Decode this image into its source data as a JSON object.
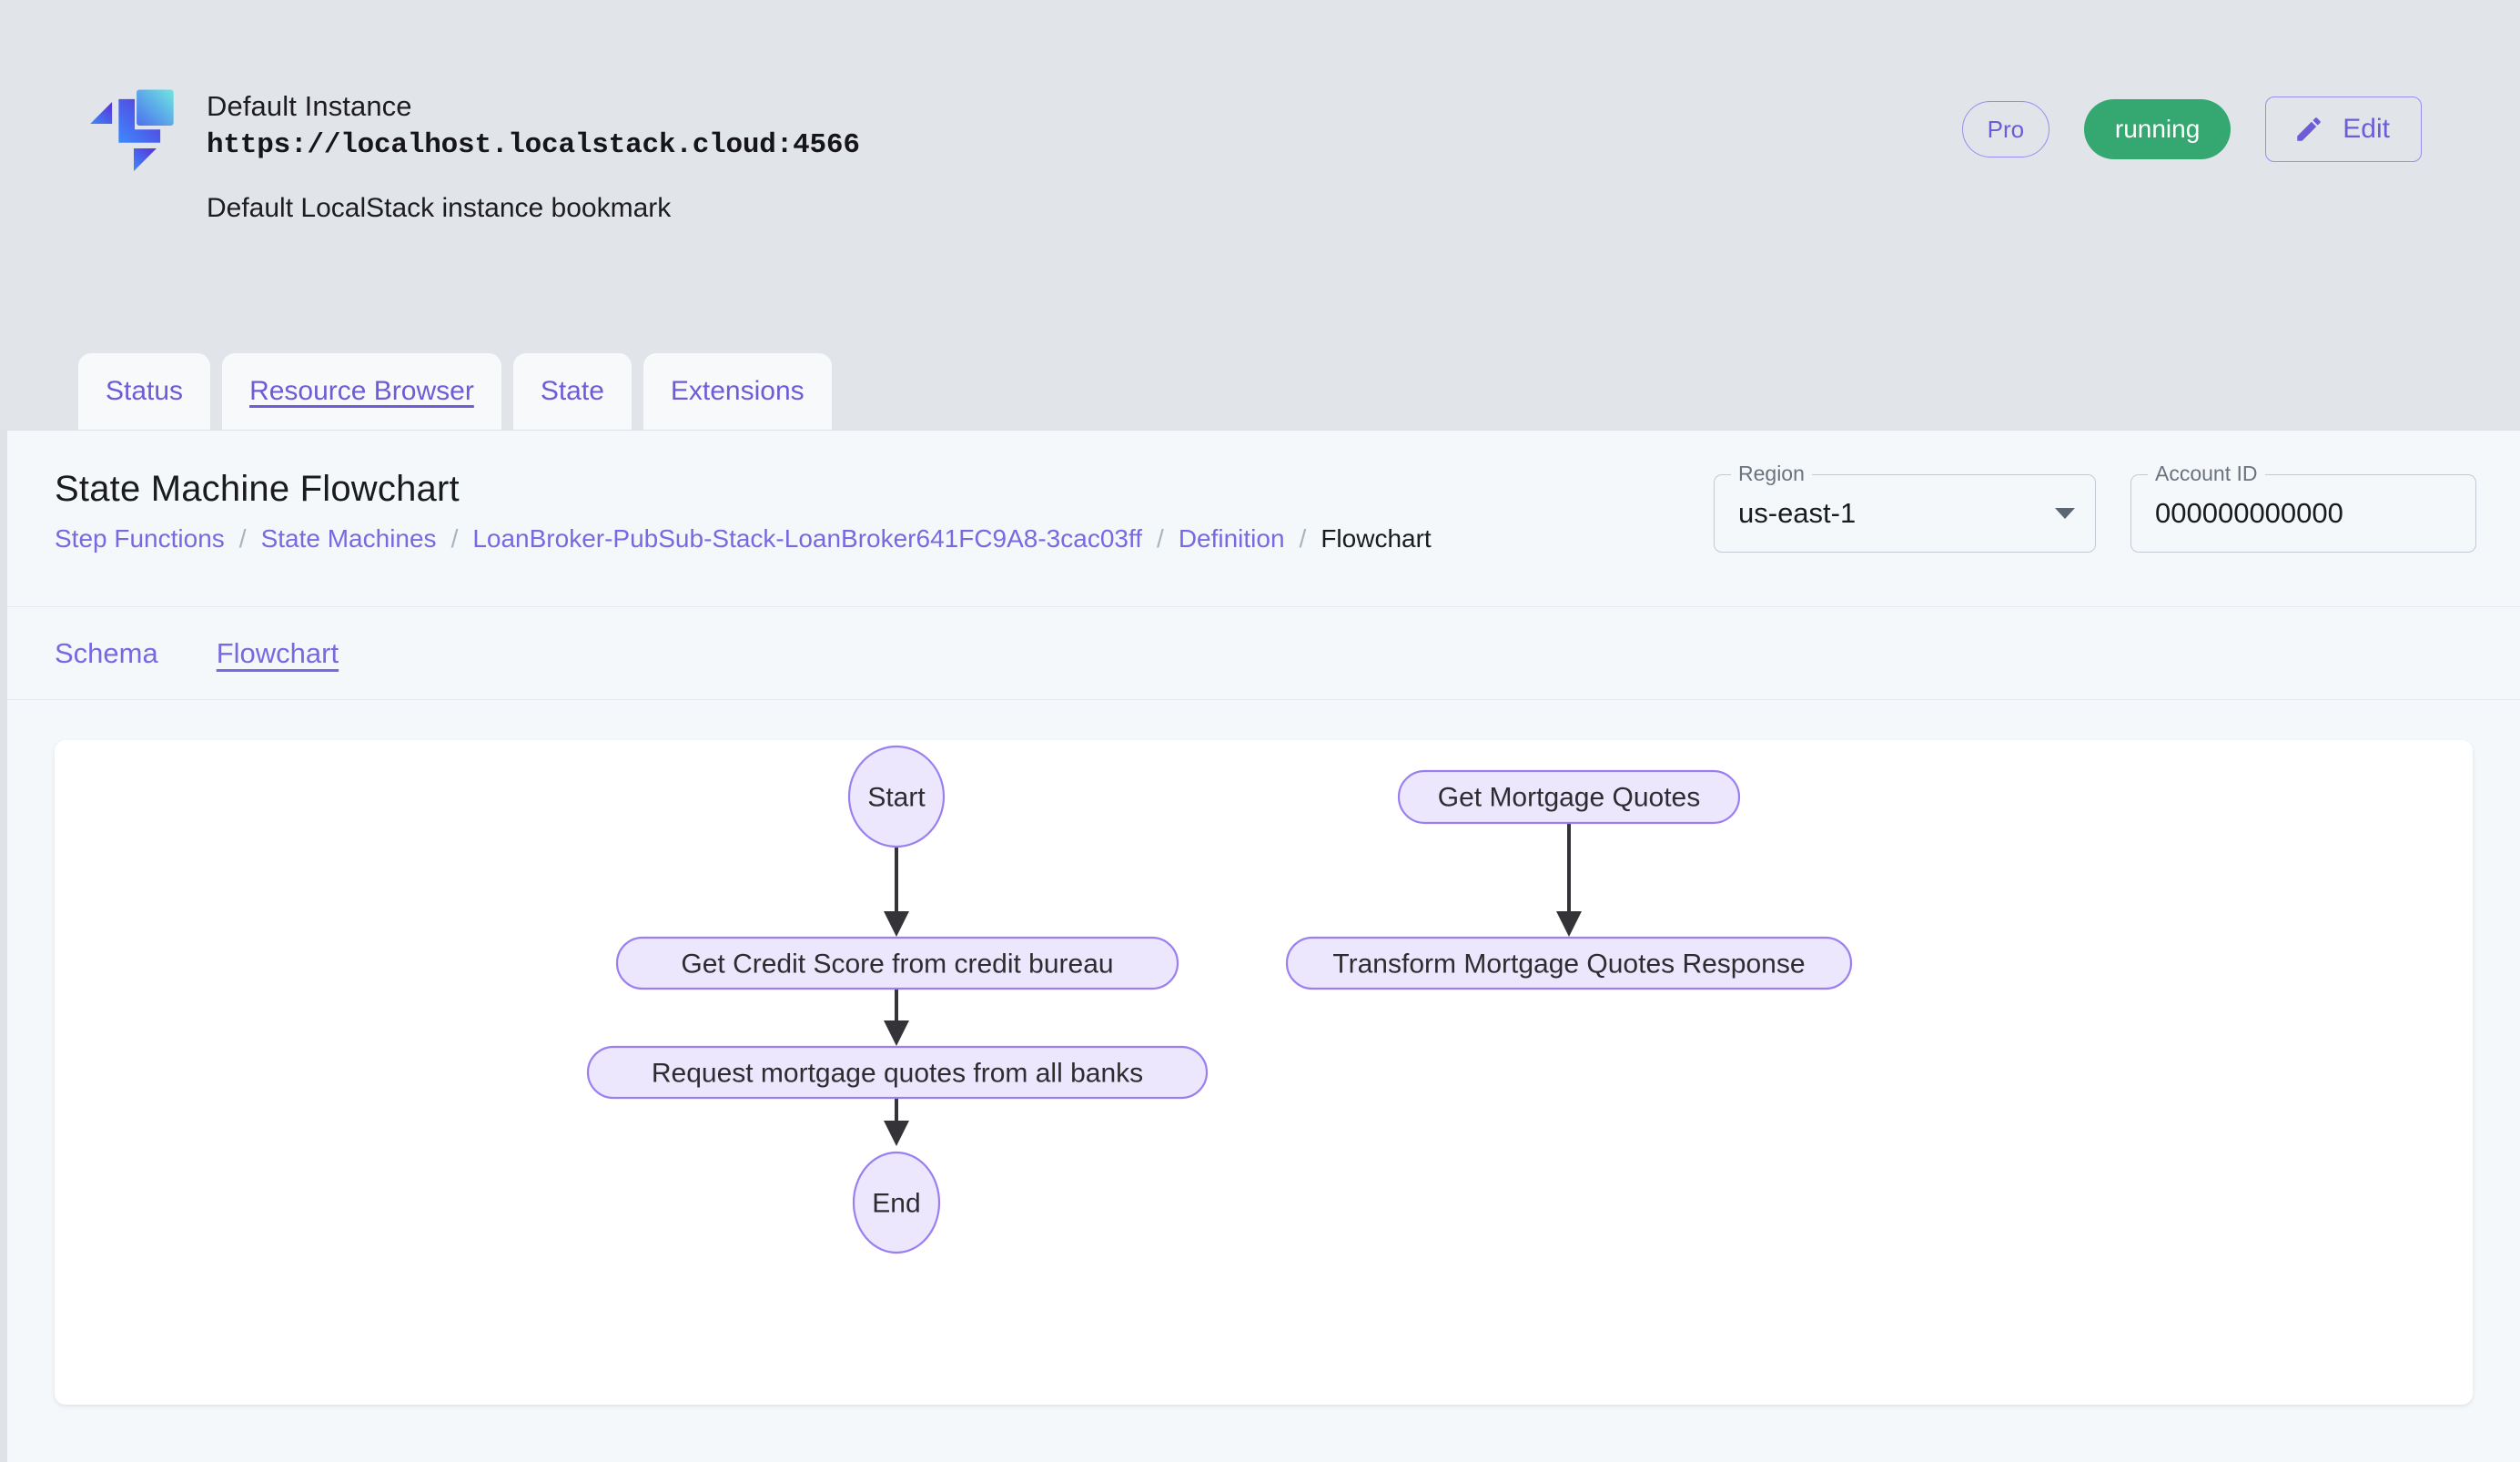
{
  "instance": {
    "logo_icon": "localstack-logo-icon",
    "title": "Default Instance",
    "url": "https://localhost.localstack.cloud:4566",
    "description": "Default LocalStack instance bookmark",
    "pro_label": "Pro",
    "status_label": "running",
    "edit_label": "Edit",
    "edit_icon": "pencil-icon",
    "status_color": "#34a870",
    "accent_color": "#6f5bd6"
  },
  "instance_tabs": [
    {
      "label": "Status",
      "active": false
    },
    {
      "label": "Resource Browser",
      "active": true
    },
    {
      "label": "State",
      "active": false
    },
    {
      "label": "Extensions",
      "active": false
    }
  ],
  "page": {
    "title": "State Machine Flowchart",
    "breadcrumb": [
      {
        "label": "Step Functions",
        "current": false
      },
      {
        "label": "State Machines",
        "current": false
      },
      {
        "label": "LoanBroker-PubSub-Stack-LoanBroker641FC9A8-3cac03ff",
        "current": false
      },
      {
        "label": "Definition",
        "current": false
      },
      {
        "label": "Flowchart",
        "current": true
      }
    ],
    "separator": "/"
  },
  "filters": {
    "region": {
      "label": "Region",
      "value": "us-east-1",
      "caret_icon": "chevron-down-icon"
    },
    "account": {
      "label": "Account ID",
      "value": "000000000000"
    }
  },
  "sub_tabs": [
    {
      "label": "Schema",
      "active": false
    },
    {
      "label": "Flowchart",
      "active": true
    }
  ],
  "flowchart": {
    "node_fill": "#ece7fd",
    "node_stroke": "#9b7ff0",
    "edge_color": "#333338",
    "nodes": [
      {
        "id": "start",
        "label": "Start",
        "shape": "ellipse"
      },
      {
        "id": "credit",
        "label": "Get Credit Score from credit bureau",
        "shape": "pill"
      },
      {
        "id": "request",
        "label": "Request mortgage quotes from all banks",
        "shape": "pill"
      },
      {
        "id": "end",
        "label": "End",
        "shape": "ellipse"
      },
      {
        "id": "getquotes",
        "label": "Get Mortgage Quotes",
        "shape": "pill"
      },
      {
        "id": "transform",
        "label": "Transform Mortgage Quotes Response",
        "shape": "pill"
      }
    ],
    "edges": [
      {
        "from": "start",
        "to": "credit"
      },
      {
        "from": "credit",
        "to": "request"
      },
      {
        "from": "request",
        "to": "end"
      },
      {
        "from": "getquotes",
        "to": "transform"
      }
    ]
  }
}
